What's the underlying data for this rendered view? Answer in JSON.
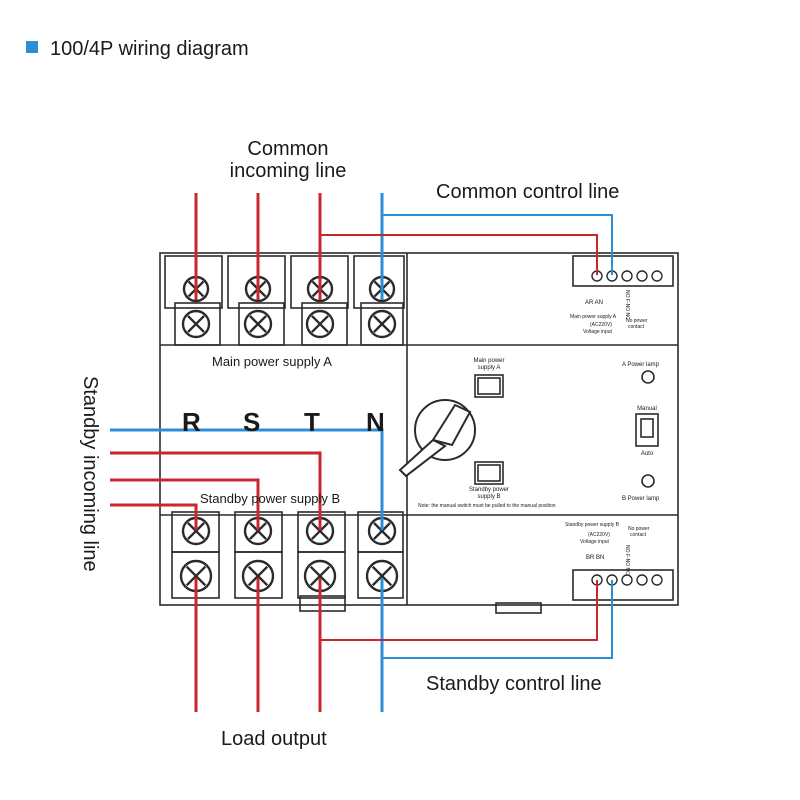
{
  "header": {
    "title": "100/4P wiring diagram",
    "bullet_color": "#2a8fd6"
  },
  "labels": {
    "common_incoming_line_1": "Common",
    "common_incoming_line_2": "incoming line",
    "common_control_line": "Common control line",
    "standby_incoming_line": "Standby incoming line",
    "standby_control_line": "Standby control line",
    "load_output": "Load output"
  },
  "device": {
    "main_supply_label": "Main power supply A",
    "standby_supply_label": "Standby power supply B",
    "phase_letters": [
      "R",
      "S",
      "T",
      "N"
    ],
    "front": {
      "main_button_label_1": "Main power",
      "main_button_label_2": "supply A",
      "standby_button_label_1": "Standby power",
      "standby_button_label_2": "supply B",
      "a_lamp": "A Power lamp",
      "b_lamp": "B Power lamp",
      "manual": "Manual",
      "auto": "Auto",
      "note": "Note: the manual switch must be pulled to the manual position"
    },
    "top_terminal": {
      "left_terms": "AR  AN",
      "right_terms": "NO  F-NO  NC",
      "main_voltage_label": "Main power supply A",
      "voltage": "(AC220V)",
      "voltage_input": "Voltage input",
      "no_power_contact_1": "No power",
      "no_power_contact_2": "contact"
    },
    "bottom_terminal": {
      "supply_label": "Standby power supply B",
      "voltage": "(AC220V)",
      "voltage_input": "Voltage input",
      "left_terms": "BR  BN",
      "right_terms": "NO  F-NO  NC",
      "no_power_contact_1": "No power",
      "no_power_contact_2": "contact"
    }
  },
  "colors": {
    "red_wire": "#c8282d",
    "blue_wire": "#2a8fd6",
    "outline": "#2b2b2b"
  }
}
